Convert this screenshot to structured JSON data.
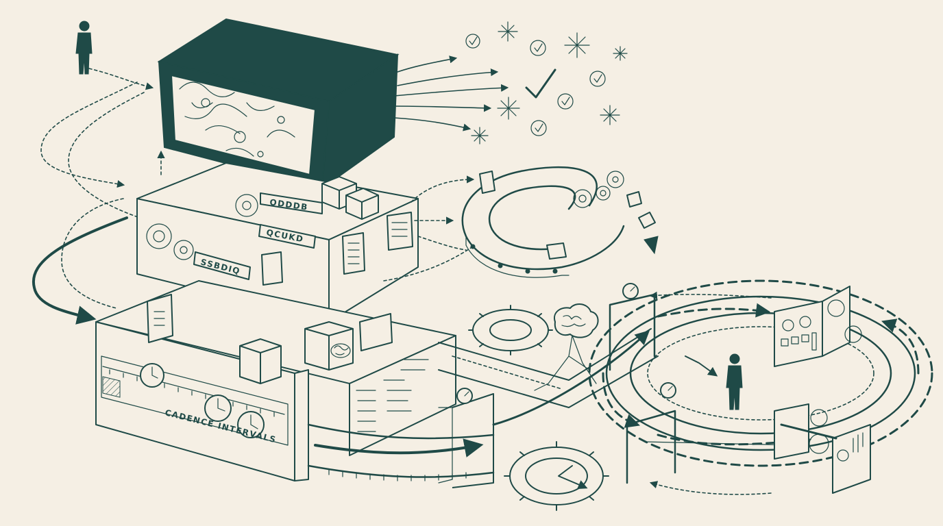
{
  "diagram": {
    "label_cadence": "CADENCE INTERVALS",
    "label_module_top": "ODDDB",
    "label_module_mid": "QCUKD",
    "label_module_low": "SSBDIQ",
    "colors": {
      "ink": "#1f4a47",
      "paper": "#f5efe4"
    },
    "icons": [
      "person-icon",
      "check-icon",
      "sparkle-icon",
      "gear-icon",
      "brain-icon",
      "clock-icon",
      "gauge-icon",
      "document-icon"
    ]
  }
}
